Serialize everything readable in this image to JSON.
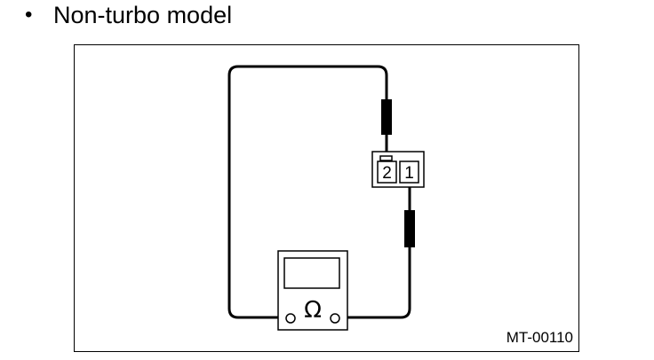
{
  "heading": {
    "bullet": "•",
    "text": "Non-turbo model"
  },
  "figure": {
    "code": "MT-00110",
    "connector": {
      "pin_left": "2",
      "pin_right": "1"
    },
    "meter": {
      "symbol": "Ω"
    }
  }
}
